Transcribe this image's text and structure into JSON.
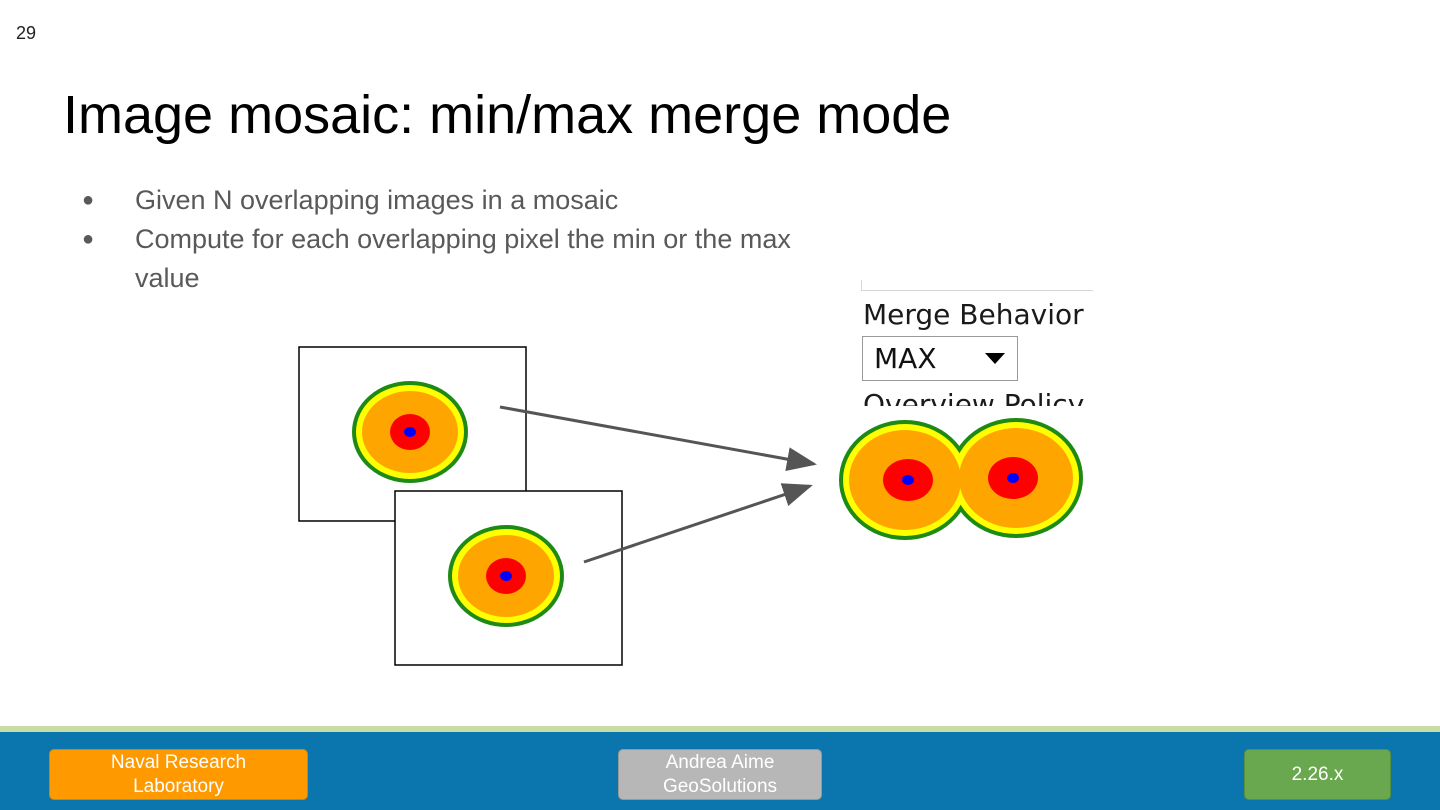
{
  "slide": {
    "number": "29",
    "title": "Image mosaic: min/max merge mode"
  },
  "bullets": [
    "Given N overlapping images in a mosaic",
    "Compute for each overlapping pixel the min or the max value"
  ],
  "merge_panel": {
    "label": "Merge Behavior",
    "selected_value": "MAX",
    "next_label": "Overview Policy"
  },
  "colors": {
    "outer_ring": "#1d8a14",
    "yellow_ring": "#ffff00",
    "orange_fill": "#ffa500",
    "red_core": "#ff0000",
    "blue_center": "#0000ff",
    "arrow": "#555555"
  },
  "footer": {
    "left_badge_line1": "Naval Research",
    "left_badge_line2": "Laboratory",
    "center_badge_line1": "Andrea Aime",
    "center_badge_line2": "GeoSolutions",
    "right_badge": "2.26.x"
  }
}
